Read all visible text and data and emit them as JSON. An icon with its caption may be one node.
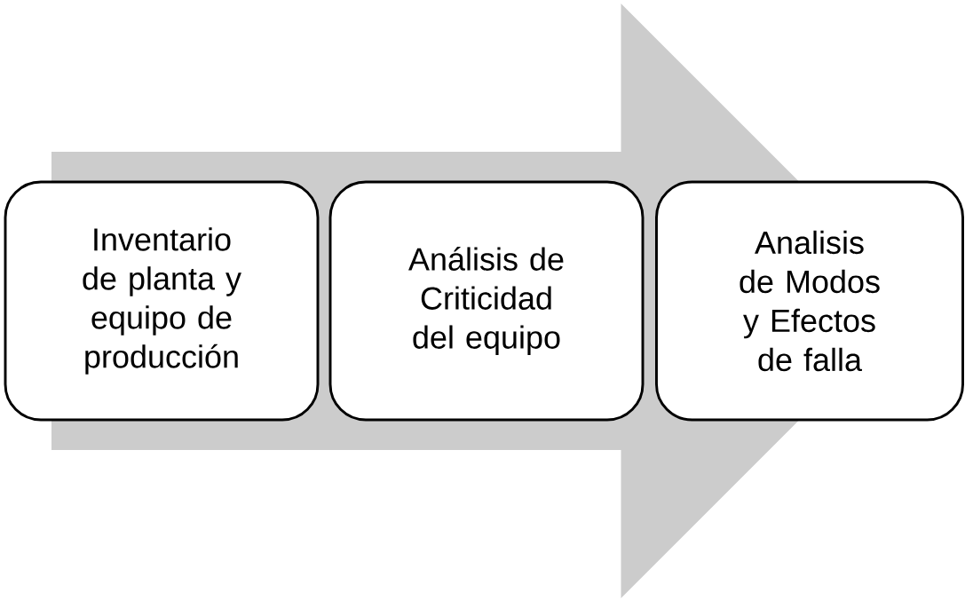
{
  "diagram": {
    "nodes": [
      {
        "text": [
          "Inventario de planta y equipo de producción"
        ]
      },
      {
        "text": [
          "Análisis de Criticidad del equipo"
        ]
      },
      {
        "text": [
          "Analisis de Modos y Efectos de falla"
        ]
      }
    ],
    "edges": [
      {
        "from": 0,
        "to": 2,
        "arrow": "to"
      }
    ]
  }
}
